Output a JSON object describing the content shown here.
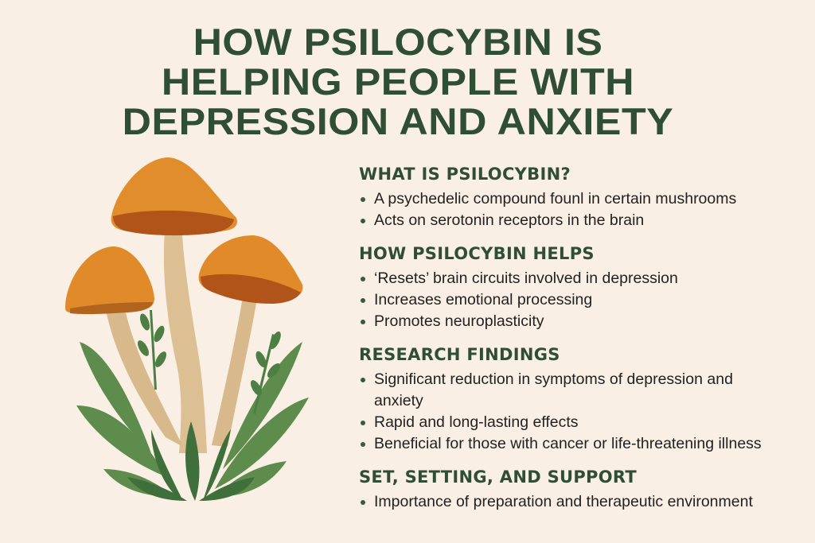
{
  "title": {
    "lines": [
      "HOW PSILOCYBIN IS",
      "HELPING PEOPLE WITH",
      "DEPRESSION AND ANXIETY"
    ]
  },
  "illustration": {
    "icon": "mushrooms-illustration",
    "colors": {
      "cap": "#e08a2a",
      "cap_shadow": "#b0541a",
      "stem": "#dcbf93",
      "leaf": "#5e8c4c",
      "leaf_dark": "#3f6f3a"
    }
  },
  "sections": [
    {
      "heading": "WHAT IS PSILOCYBIN?",
      "items": [
        "A psychedelic compound founl in certain mushrooms",
        "Acts on serotonin receptors in the brain"
      ]
    },
    {
      "heading": "HOW PSILOCYBIN HELPS",
      "items": [
        "‘Resets’ brain circuits involved in depression",
        "Increases emotional processing",
        "Promotes neuroplasticity"
      ]
    },
    {
      "heading": "RESEARCH FINDINGS",
      "items": [
        "Significant reduction in symptoms of depression and anxiety",
        "Rapid and long-lasting effects",
        "Beneficial for those with cancer or life-threatening illness"
      ]
    },
    {
      "heading": "SET, SETTING, AND SUPPORT",
      "items": [
        "Importance of preparation and therapeutic environment"
      ]
    }
  ],
  "colors": {
    "background": "#f9efe4",
    "heading": "#2f4e34",
    "body_text": "#222222"
  }
}
